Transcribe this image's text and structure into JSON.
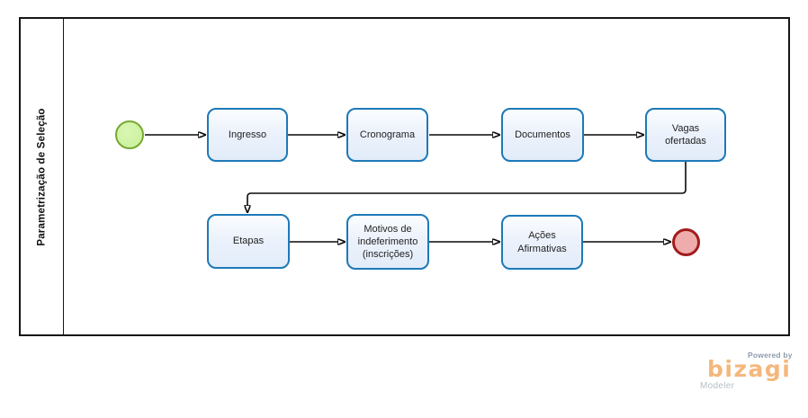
{
  "pool": {
    "lane_label": "Parametrização de Seleção"
  },
  "diagram": {
    "type": "bpmn-process-flow",
    "tasks": [
      {
        "id": "ingresso",
        "label": "Ingresso"
      },
      {
        "id": "cronograma",
        "label": "Cronograma"
      },
      {
        "id": "documentos",
        "label": "Documentos"
      },
      {
        "id": "vagas-ofertadas",
        "label": "Vagas ofertadas"
      },
      {
        "id": "etapas",
        "label": "Etapas"
      },
      {
        "id": "motivos-indeferimento",
        "label": "Motivos de indeferimento (inscrições)"
      },
      {
        "id": "acoes-afirmativas",
        "label": "Ações Afirmativas"
      }
    ],
    "events": [
      {
        "id": "start",
        "type": "start-event",
        "fill": "#ccf2a0",
        "border": "#76a930"
      },
      {
        "id": "end",
        "type": "end-event",
        "fill": "#eeacac",
        "border": "#a21c1c"
      }
    ],
    "flows": [
      "start → Ingresso",
      "Ingresso → Cronograma",
      "Cronograma → Documentos",
      "Documentos → Vagas ofertadas",
      "Vagas ofertadas → Etapas",
      "Etapas → Motivos de indeferimento (inscrições)",
      "Motivos de indeferimento (inscrições) → Ações Afirmativas",
      "Ações Afirmativas → end"
    ],
    "colors": {
      "task_border": "#1d79b7",
      "task_fill": "#e9f0fb",
      "pool_border": "#161616",
      "connector": "#0a0a0a"
    }
  },
  "branding": {
    "powered_by": "Powered by",
    "brand": "bizagi",
    "product": "Modeler",
    "brand_color": "#f4b77c"
  }
}
